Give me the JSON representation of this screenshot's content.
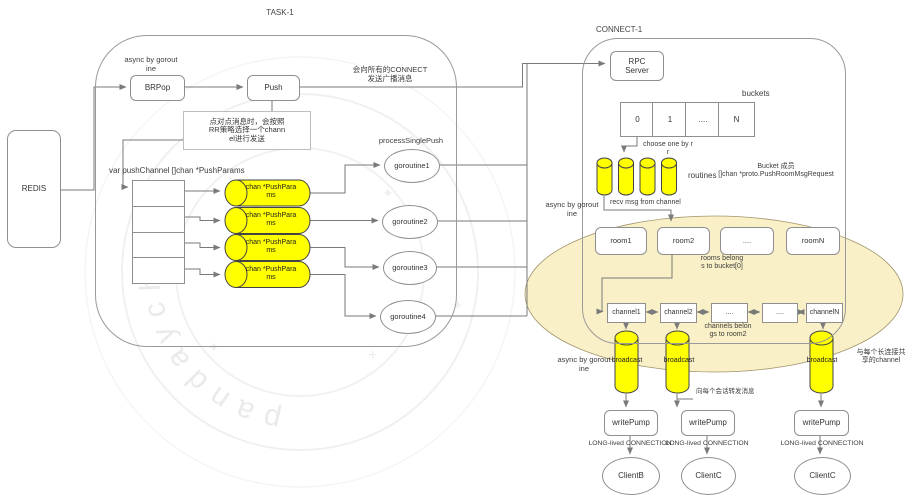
{
  "watermark": {
    "text": "pandaychen"
  },
  "redis": {
    "label": "REDIS"
  },
  "task": {
    "title": "TASK-1",
    "async_note": "async by gorout\nine",
    "brpop_label": "BRPop",
    "push_label": "Push",
    "broadcast_note": "会向所有的CONNECT\n发送广播消息",
    "p2p_note": "点对点消息时，会按照\nRR策略选择一个chann\nel进行发送",
    "push_channel_decl": "var pushChannel []chan *PushParams",
    "chan_cylinders": [
      {
        "label": "chan *PushPara\nms"
      },
      {
        "label": "chan *PushPara\nms"
      },
      {
        "label": "chan *PushPara\nms"
      },
      {
        "label": "chan *PushPara\nms"
      }
    ],
    "process_label": "processSinglePush",
    "goroutines": [
      "goroutine1",
      "goroutine2",
      "goroutine3",
      "goroutine4"
    ]
  },
  "connect": {
    "title": "CONNECT-1",
    "rpc_server_label": "RPC\nServer",
    "buckets_label": "buckets",
    "bucket_cells": [
      "0",
      "1",
      "....",
      "N"
    ],
    "choose_note": "choose one by r\nr",
    "routines_label": "routines",
    "bucket_member_note": "Bucket 成员\n[]chan *proto.PushRoomMsgRequest",
    "recv_note": "recv msg from channel",
    "rooms": [
      "room1",
      "room2",
      "....",
      "roomN"
    ],
    "rooms_belong_note": "rooms belong\ns to bucket[0]",
    "channels": [
      "channel1",
      "channel2",
      "....",
      "....",
      "channelN"
    ],
    "channels_belong_note": "channels belon\ngs to room2",
    "async_note_top": "async by gorout\nine",
    "async_note_bottom": "async by gorout\nine",
    "shared_channel_note": "与每个长连接共\n享的channel",
    "forward_note": "向每个会话转发消息",
    "broadcast_labels": [
      "broadcast",
      "broadcast",
      "broadcast"
    ],
    "write_pumps": [
      "writePump",
      "writePump",
      "writePump"
    ],
    "long_lived_labels": [
      "LONG-lived CONNECTION",
      "LONG-lived CONNECTION",
      "LONG-lived CONNECTION"
    ],
    "clients": [
      "ClientB",
      "ClientC",
      "ClientC"
    ]
  },
  "colors": {
    "cylinder_yellow": "#FFFF00",
    "ellipse_fill": "#FAF0C8",
    "ellipse_stroke": "#A1946B",
    "line_gray": "#7a7a7a",
    "border_gray": "#8f8f8f"
  }
}
